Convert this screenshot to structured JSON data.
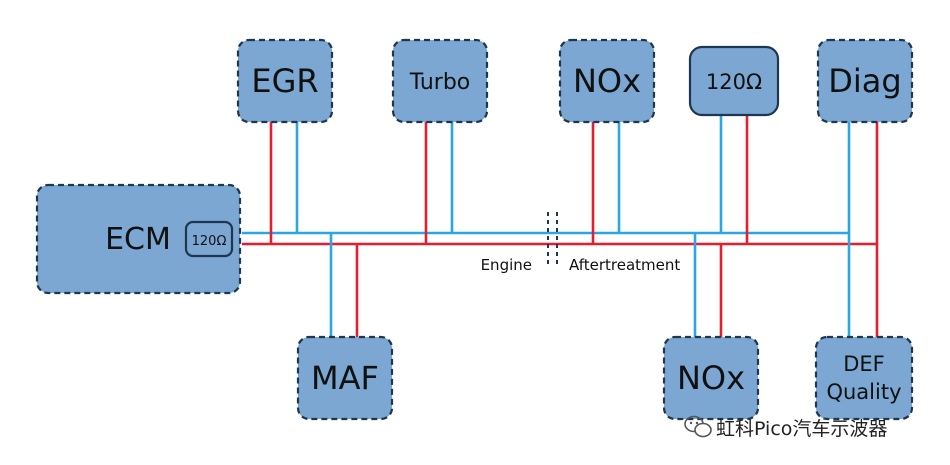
{
  "nodes": {
    "egr": "EGR",
    "turbo": "Turbo",
    "nox_top": "NOx",
    "terminator_top": "120Ω",
    "diag": "Diag",
    "ecm": "ECM",
    "ecm_terminator": "120Ω",
    "maf": "MAF",
    "nox_bottom": "NOx",
    "def_line1": "DEF",
    "def_line2": "Quality"
  },
  "segments": {
    "left": "Engine",
    "right": "Aftertreatment"
  },
  "watermark": "虹科Pico汽车示波器",
  "colors": {
    "can_high": "#2aa7e0",
    "can_low": "#e31e2d",
    "node_fill": "#7ba7d2",
    "node_border": "#1f3650"
  }
}
